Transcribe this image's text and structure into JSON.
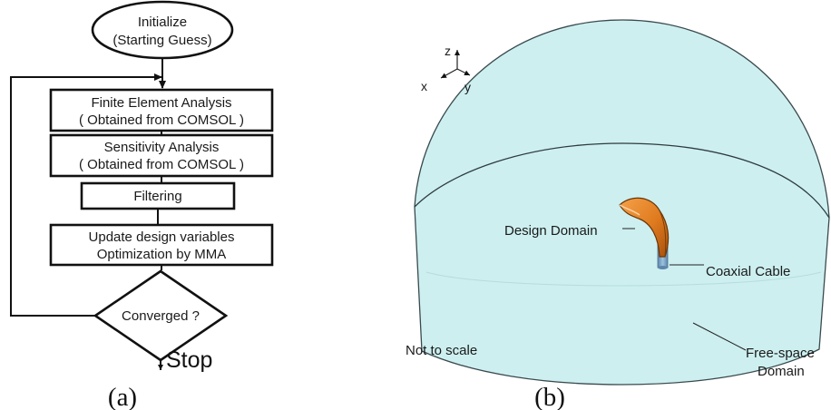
{
  "panel_a": {
    "label": "(a)",
    "start": {
      "line1": "Initialize",
      "line2": "(Starting Guess)"
    },
    "steps": [
      {
        "line1": "Finite Element Analysis",
        "line2": "( Obtained from COMSOL )"
      },
      {
        "line1": "Sensitivity Analysis",
        "line2": "( Obtained from COMSOL )"
      },
      {
        "line1": "Filtering",
        "line2": ""
      },
      {
        "line1": "Update design variables",
        "line2": "Optimization by MMA"
      }
    ],
    "decision": "Converged ?",
    "end": "Stop"
  },
  "panel_b": {
    "label": "(b)",
    "axes": {
      "z": "z",
      "x": "x",
      "y": "y"
    },
    "labels": {
      "design_domain": "Design Domain",
      "coaxial_cable": "Coaxial Cable",
      "scale_note": "Not to scale",
      "free_space_line1": "Free-space",
      "free_space_line2": "Domain"
    },
    "colors": {
      "dome_fill": "#cdeff0",
      "dome_edge": "#3a4a4e",
      "design_domain": "#e07b1f",
      "coaxial_cable": "#7aa6c8"
    }
  }
}
